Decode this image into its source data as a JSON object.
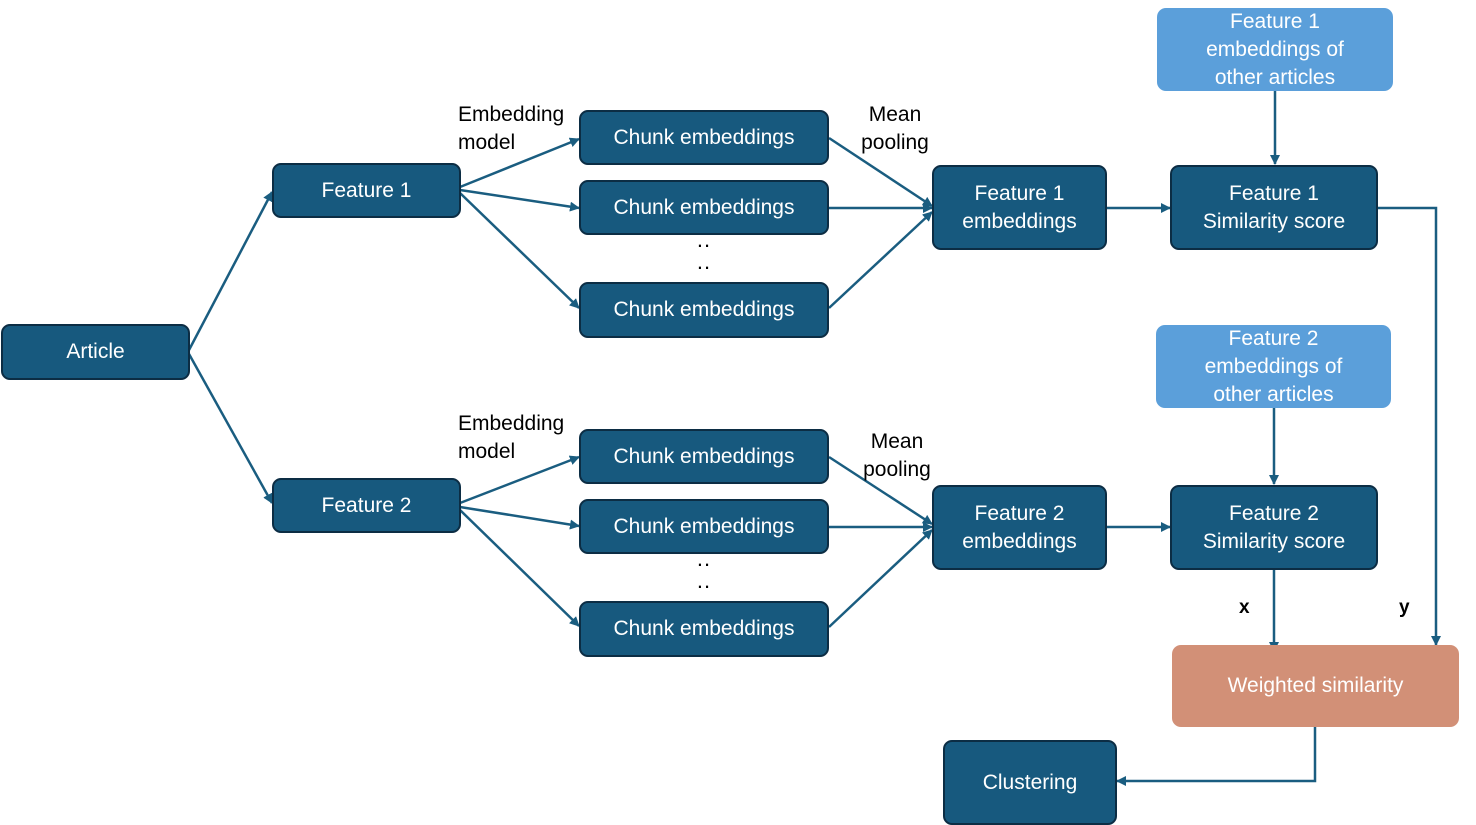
{
  "colors": {
    "node_fill": "#17597e",
    "node_border": "#0c2d44",
    "other_articles_fill": "#5b9fda",
    "weighted_fill": "#d29077",
    "arrow": "#1a5d80"
  },
  "nodes": {
    "article": "Article",
    "feature1": "Feature 1",
    "feature2": "Feature 2",
    "chunk": "Chunk embeddings",
    "f1_embeddings": "Feature 1\nembeddings",
    "f2_embeddings": "Feature 2\nembeddings",
    "f1_other": "Feature 1\nembeddings of\nother articles",
    "f2_other": "Feature 2\nembeddings of\nother articles",
    "f1_similarity": "Feature 1\nSimilarity score",
    "f2_similarity": "Feature 2\nSimilarity score",
    "weighted": "Weighted similarity",
    "clustering": "Clustering"
  },
  "labels": {
    "embedding_model": "Embedding\nmodel",
    "mean_pooling": "Mean\npooling",
    "ellipsis": "..\n..",
    "x": "x",
    "y": "y"
  }
}
